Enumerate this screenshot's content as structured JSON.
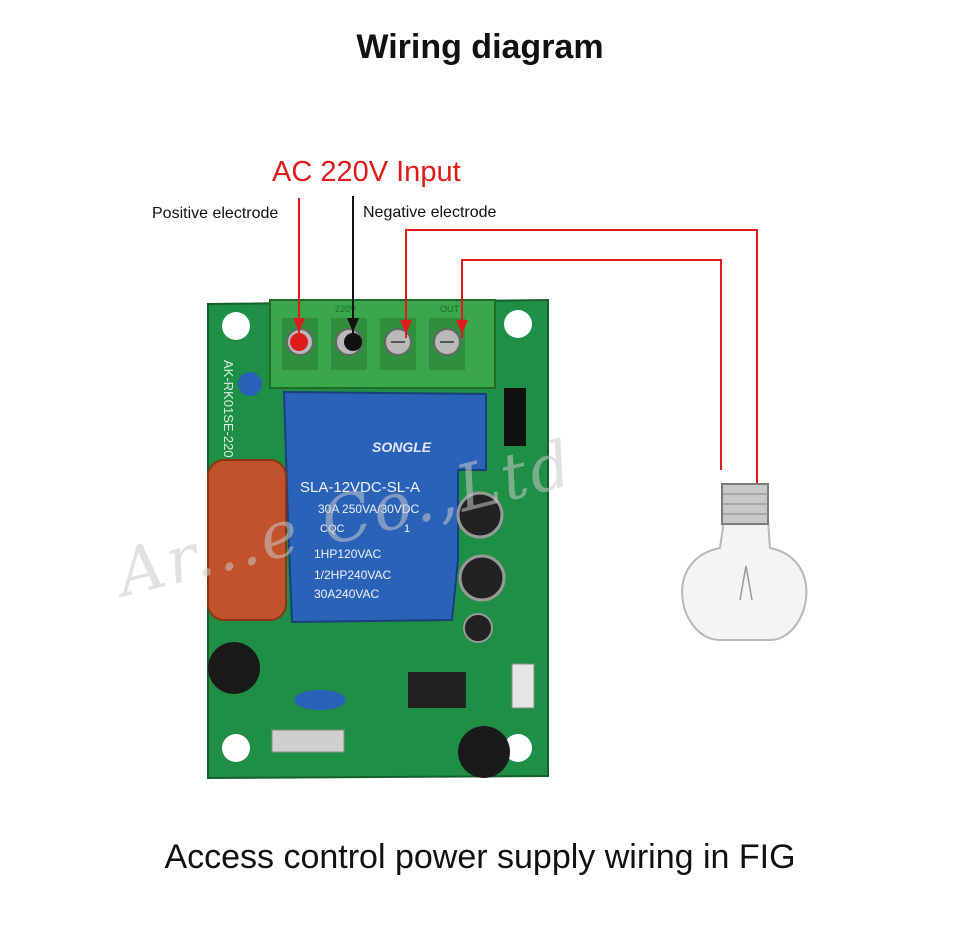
{
  "title": "Wiring diagram",
  "input_label": "AC 220V Input",
  "positive_label": "Positive electrode",
  "negative_label": "Negative electrode",
  "caption": "Access control power supply wiring in FIG",
  "relay": {
    "brand": "SONGLE",
    "model": "SLA-12VDC-SL-A",
    "rating1": "30A 250VA/30VDC",
    "cert": "CQC",
    "pin": "1",
    "rating2": "1HP120VAC",
    "rating3": "1/2HP240VAC",
    "rating4": "30A240VAC"
  },
  "board": {
    "terminal_mark_in": "220V",
    "terminal_mark_out": "OUT",
    "model": "AK-RK01SE-220"
  },
  "watermark": "Ar...e Co.,Ltd",
  "colors": {
    "wire_red": "#e01b1b",
    "wire_black": "#111111",
    "pcb": "#1f8f45",
    "terminal": "#3aa84a",
    "relay": "#2a62b8"
  }
}
